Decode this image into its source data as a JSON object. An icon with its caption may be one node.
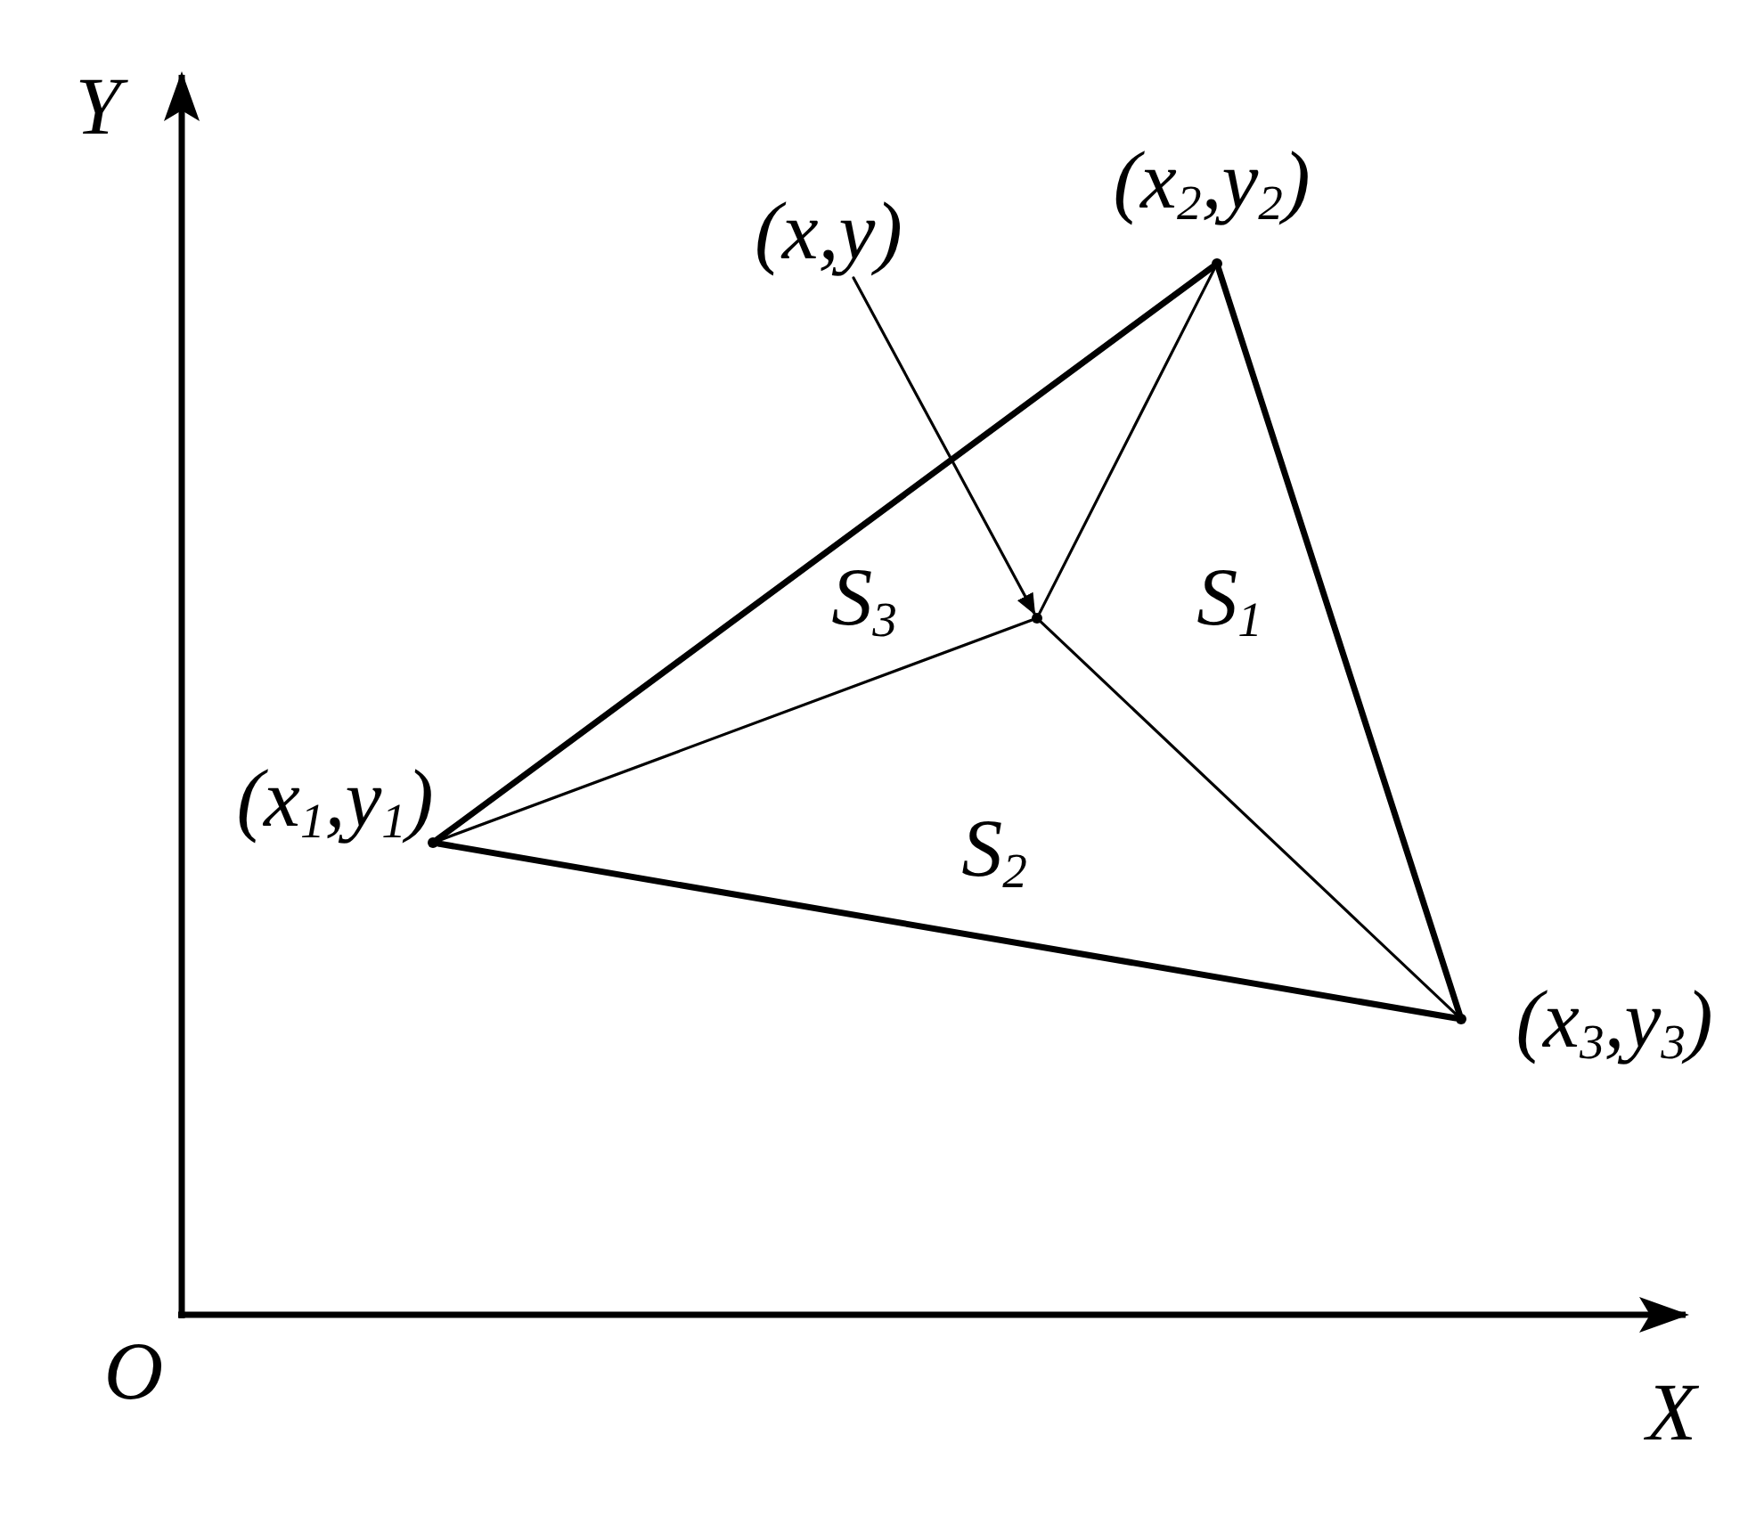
{
  "diagram": {
    "nodes": [
      {
        "text": [],
        "shape": "point",
        "beside": [
          "(x$_{1}$,y$_{1}$)"
        ]
      },
      {
        "text": [],
        "shape": "point",
        "beside": [
          "(x$_{2}$,y$_{2}$)"
        ]
      },
      {
        "text": [],
        "shape": "point",
        "beside": [
          "(x$_{3}$,y$_{3}$)"
        ]
      },
      {
        "text": [
          "(x,y)"
        ]
      },
      {
        "text": [],
        "shape": "point"
      }
    ],
    "edges": [
      {
        "from": 0,
        "to": 1,
        "arrow": "none",
        "style": "thick"
      },
      {
        "from": 1,
        "to": 2,
        "arrow": "none",
        "style": "thick"
      },
      {
        "from": 2,
        "to": 0,
        "arrow": "none",
        "style": "thick"
      },
      {
        "from": 4,
        "to": 0,
        "arrow": "none"
      },
      {
        "from": 4,
        "to": 1,
        "arrow": "none"
      },
      {
        "from": 4,
        "to": 2,
        "arrow": "none"
      },
      {
        "from": 3,
        "to": 4,
        "arrow": "to"
      }
    ],
    "labels": [
      "Y",
      "S$_{3}$",
      "S$_{1}$",
      "S$_{2}$",
      "O",
      "X"
    ]
  }
}
